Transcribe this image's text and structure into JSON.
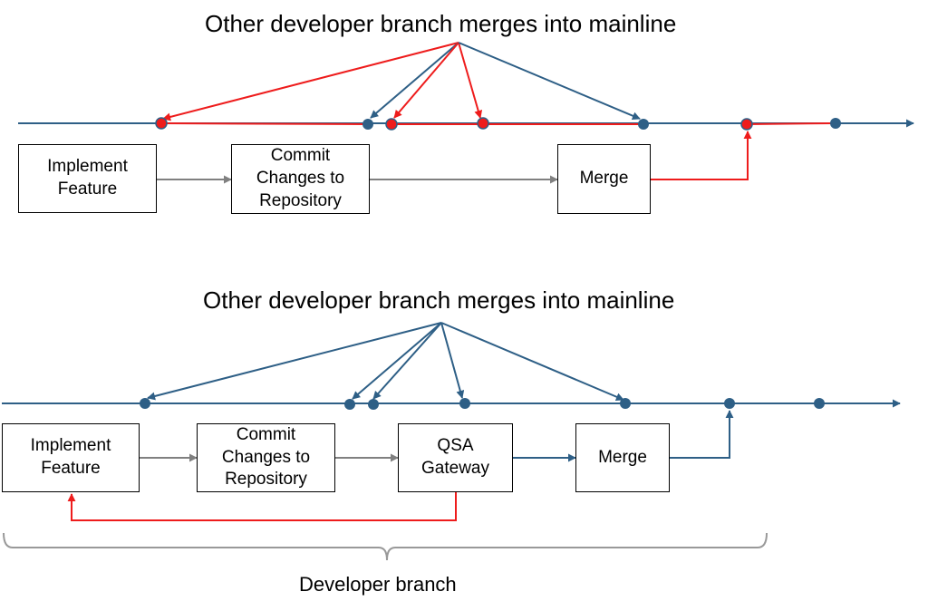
{
  "colors": {
    "mainline": "#2e5f86",
    "developer_path": "#ee1c1c",
    "process_arrow": "#808080",
    "box_border": "#000000",
    "brace": "#999999"
  },
  "top_diagram": {
    "title": "Other developer branch merges into mainline",
    "boxes": {
      "implement": "Implement\nFeature",
      "commit": "Commit\nChanges to\nRepository",
      "merge": "Merge"
    }
  },
  "bottom_diagram": {
    "title": "Other developer branch merges into mainline",
    "boxes": {
      "implement": "Implement\nFeature",
      "commit": "Commit\nChanges to\nRepository",
      "qsa": "QSA\nGateway",
      "merge": "Merge"
    },
    "brace_label": "Developer branch"
  }
}
